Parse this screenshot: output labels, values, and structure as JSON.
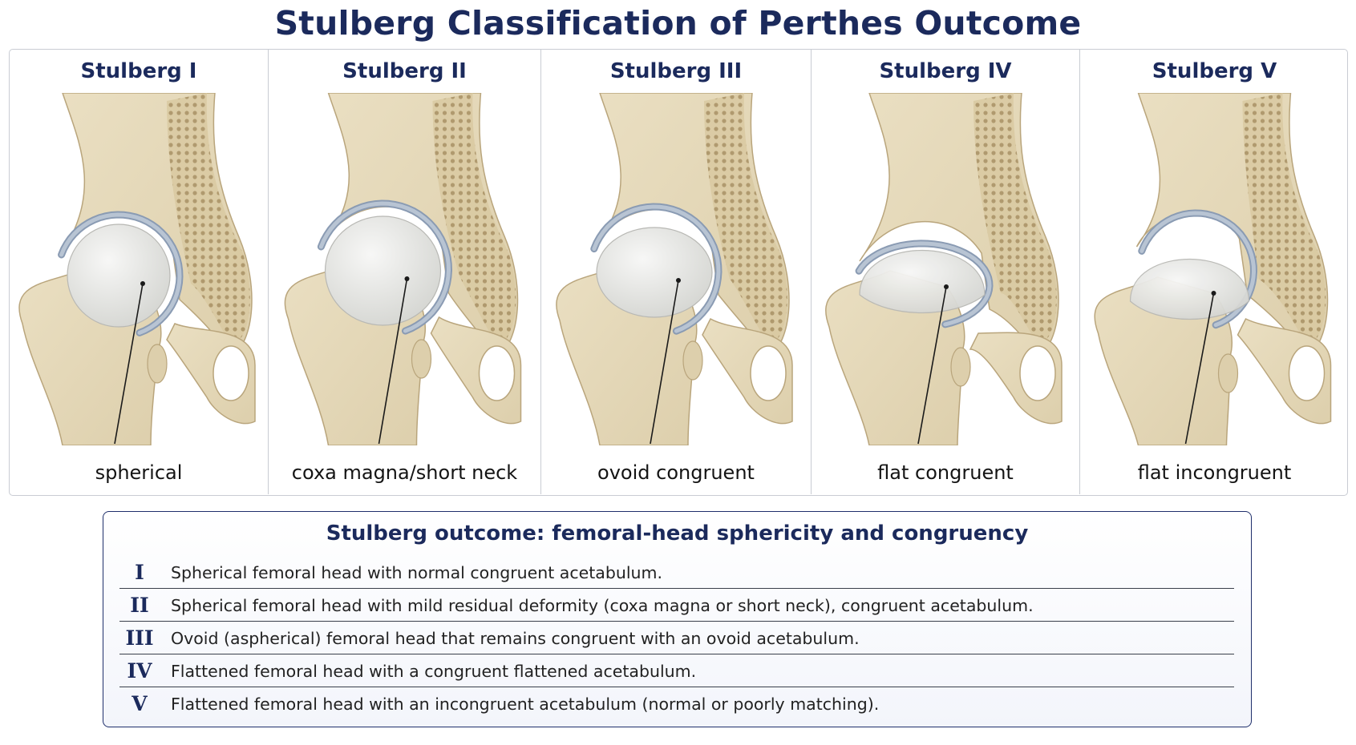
{
  "title": "Stulberg Classification of Perthes Outcome",
  "panels": [
    {
      "heading": "Stulberg I",
      "label": "spherical",
      "head_shape": "spherical"
    },
    {
      "heading": "Stulberg II",
      "label": "coxa magna/short neck",
      "head_shape": "coxa-magna"
    },
    {
      "heading": "Stulberg III",
      "label": "ovoid congruent",
      "head_shape": "ovoid"
    },
    {
      "heading": "Stulberg IV",
      "label": "flat congruent",
      "head_shape": "flat-congruent"
    },
    {
      "heading": "Stulberg V",
      "label": "flat incongruent",
      "head_shape": "flat-incongruent"
    }
  ],
  "legend": {
    "title": "Stulberg outcome: femoral-head sphericity and congruency",
    "rows": [
      {
        "numeral": "I",
        "text": "Spherical femoral head with normal congruent acetabulum."
      },
      {
        "numeral": "II",
        "text": "Spherical femoral head with mild residual deformity (coxa magna or short neck), congruent acetabulum."
      },
      {
        "numeral": "III",
        "text": "Ovoid (aspherical) femoral head that remains congruent with an ovoid acetabulum."
      },
      {
        "numeral": "IV",
        "text": "Flattened femoral head with a congruent flattened acetabulum."
      },
      {
        "numeral": "V",
        "text": "Flattened femoral head with an incongruent acetabulum (normal or poorly matching)."
      }
    ]
  },
  "colors": {
    "title": "#1b2a5c",
    "bone": "#ddcfac",
    "bone_shadow": "#b9a57c",
    "cartilage": "#b8c4d3",
    "femoral_head": "#e9eae8",
    "frame": "#c9ccd3",
    "legend_border": "#1f2f6b"
  }
}
